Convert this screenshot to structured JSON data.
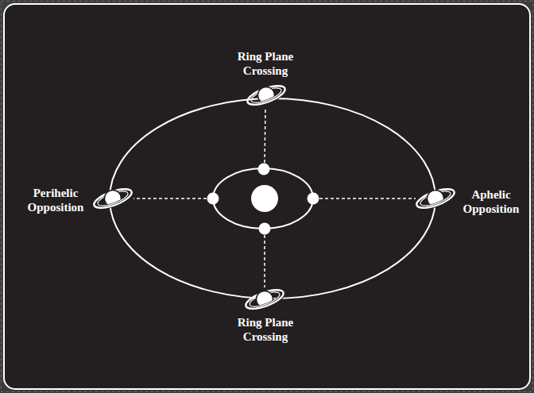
{
  "diagram": {
    "labels": [
      "Ring Plane Crossing",
      "Perihelic Opposition",
      "Aphelic Opposition",
      "Ring Plane Crossing"
    ]
  }
}
